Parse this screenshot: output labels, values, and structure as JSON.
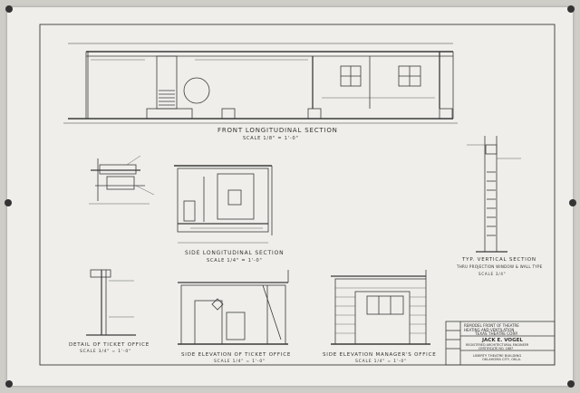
{
  "titles": {
    "front_section": "Front Longitudinal Section",
    "front_section_scale": "Scale 1/8\" = 1'-0\"",
    "side_section": "Side Longitudinal Section",
    "side_section_scale": "Scale 1/4\" = 1'-0\"",
    "detail_section": "Detail of Ticket Office",
    "detail_scale": "Scale 3/4\" = 1'-0\"",
    "side_elev_ticket": "Side Elevation of Ticket Office",
    "side_elev_ticket_scale": "Scale 1/4\" = 1'-0\"",
    "side_elev_manager": "Side Elevation Manager's Office",
    "side_elev_manager_scale": "Scale 1/4\" = 1'-0\"",
    "typ_vertical": "Typ. Vertical Section",
    "typ_vertical_sub": "Thru Projection Window & Wall Type",
    "typ_vertical_scale": "Scale 3/4\""
  },
  "title_block": {
    "project_line1": "Remodel Front of Theatre",
    "project_line2": "Heating and Ventilation",
    "project_line3": "Texas Theatre Corp.",
    "architect": "Jack E. Vogel",
    "architect_role": "Registered Architectural Engineer",
    "certificate": "Certificate No. 1687",
    "location": "Liberty Theatre Building",
    "city": "Oklahoma City, Okla."
  },
  "colors": {
    "paper": "#efeeea",
    "ink": "#3a3a3a",
    "pin": "#333333"
  }
}
